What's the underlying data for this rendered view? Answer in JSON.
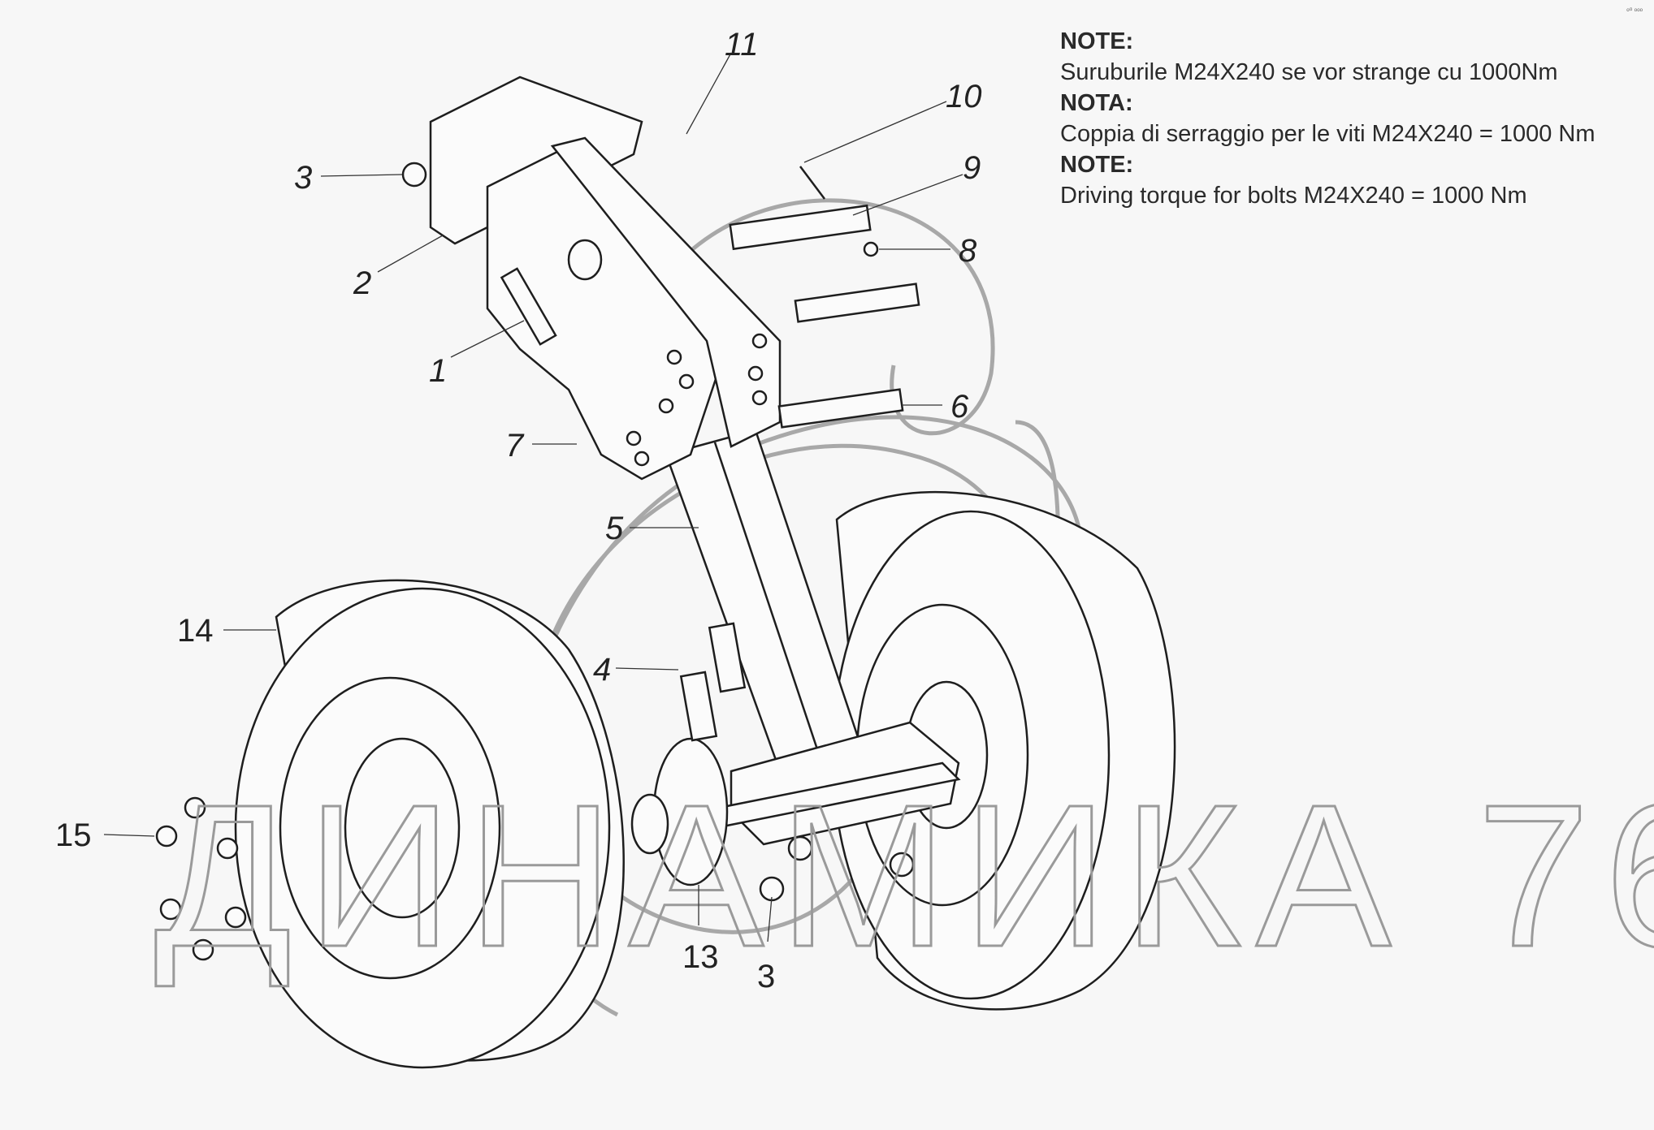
{
  "notes": [
    {
      "heading": "NOTE:",
      "text": "Suruburile M24X240 se vor strange cu 1000Nm"
    },
    {
      "heading": "NOTA:",
      "text": "Coppia di serraggio per le viti M24X240 = 1000 Nm"
    },
    {
      "heading": "NOTE:",
      "text": "Driving torque for bolts M24X240 = 1000 Nm"
    }
  ],
  "watermark": "ДИНАМИКА 76",
  "callouts": [
    "11",
    "10",
    "9",
    "8",
    "3",
    "2",
    "1",
    "6",
    "7",
    "5",
    "14",
    "4",
    "15",
    "13",
    "3"
  ],
  "colors": {
    "line": "#1e1e1e",
    "watermark": "#9a9a9a",
    "background": "#f7f7f7"
  }
}
